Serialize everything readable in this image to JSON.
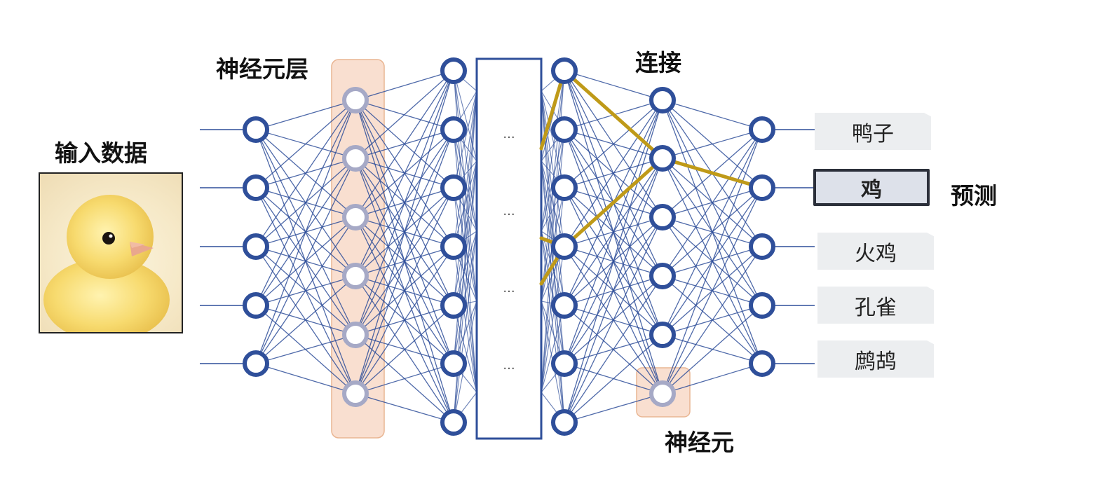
{
  "labels": {
    "input_data": "输入数据",
    "neuron_layer": "神经元层",
    "connection": "连接",
    "prediction": "预测",
    "neuron": "神经元"
  },
  "outputs": [
    {
      "label": "鸭子",
      "selected": false
    },
    {
      "label": "鸡",
      "selected": true
    },
    {
      "label": "火鸡",
      "selected": false
    },
    {
      "label": "孔雀",
      "selected": false
    },
    {
      "label": "鹧鸪",
      "selected": false
    }
  ],
  "ellipsis": [
    "...",
    "...",
    "...",
    "..."
  ],
  "colors": {
    "node": "#2f4f9a",
    "edge": "#2f4f9a",
    "highlight_edge": "#bf9a18",
    "faded_node": "#a6a9c6",
    "highlight_box": "#f9dfd0",
    "highlight_box_border": "#e9b592"
  },
  "icons": {
    "input_image": "chick-photo"
  }
}
